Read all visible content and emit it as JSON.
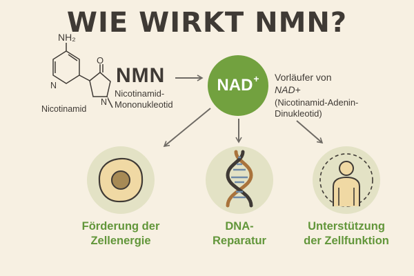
{
  "title": "WIE WIRKT NMN?",
  "molecule": {
    "amine_label": "NH₂",
    "n_pyridine": "N",
    "oxygen_label": "O",
    "n_pyrrolidine": "N",
    "nicotinamid_label": "Nicotinamid"
  },
  "nmn": {
    "name": "NMN",
    "subtitle_line1": "Nicotinamid-",
    "subtitle_line2": "Mononukleotid"
  },
  "nad": {
    "label": "NAD",
    "superscript": "+",
    "description_line1": "Vorläufer von",
    "description_line2": "NAD+",
    "description_line3": "(Nicotinamid-Adenin-",
    "description_line4": "Dinukleotid)"
  },
  "effects": [
    {
      "icon": "cell-icon",
      "line1": "Förderung der",
      "line2": "Zellenergie"
    },
    {
      "icon": "dna-icon",
      "line1": "DNA-",
      "line2": "Reparatur"
    },
    {
      "icon": "human-body-icon",
      "line1": "Unterstützung",
      "line2": "der Zellfunktion"
    }
  ],
  "colors": {
    "background": "#f7f0e2",
    "title": "#3f3a35",
    "accent_green": "#72a13f",
    "label_green": "#62963a",
    "circle_bg": "#e3e2c5",
    "cell_fill": "#f0d9a4",
    "nucleus_fill": "#a78a55",
    "arrow": "#6e6a64"
  }
}
